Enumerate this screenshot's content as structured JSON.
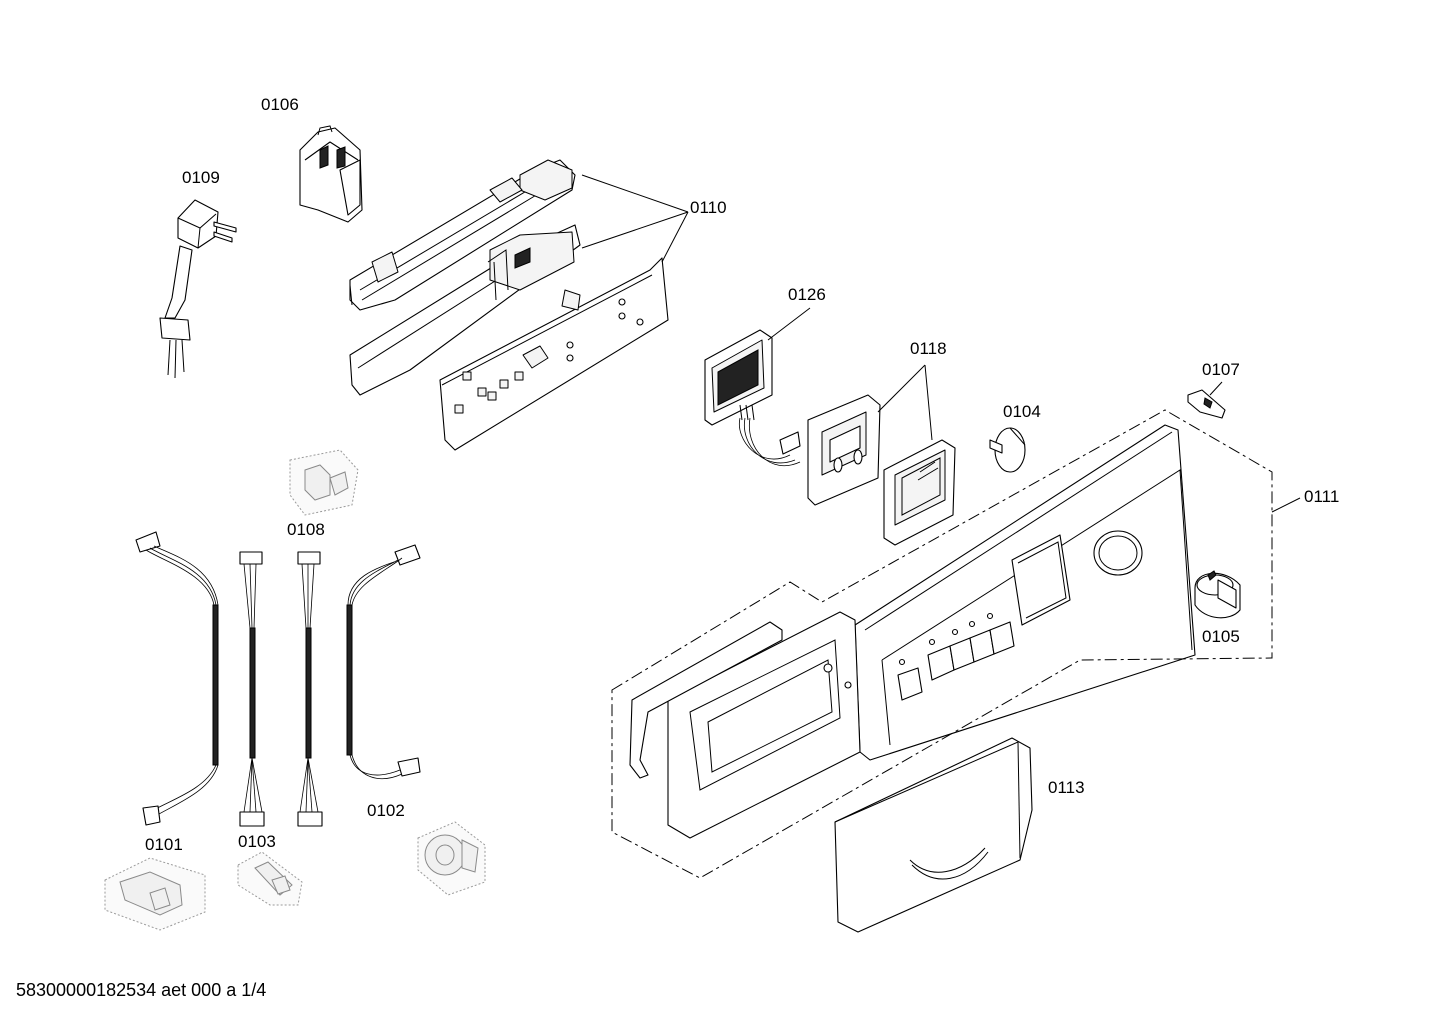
{
  "labels": {
    "p0106": "0106",
    "p0109": "0109",
    "p0110": "0110",
    "p0126": "0126",
    "p0118": "0118",
    "p0107": "0107",
    "p0104": "0104",
    "p0111": "0111",
    "p0105": "0105",
    "p0108": "0108",
    "p0113": "0113",
    "p0101": "0101",
    "p0103": "0103",
    "p0102": "0102"
  },
  "footer": "58300000182534 aet 000 a 1/4"
}
